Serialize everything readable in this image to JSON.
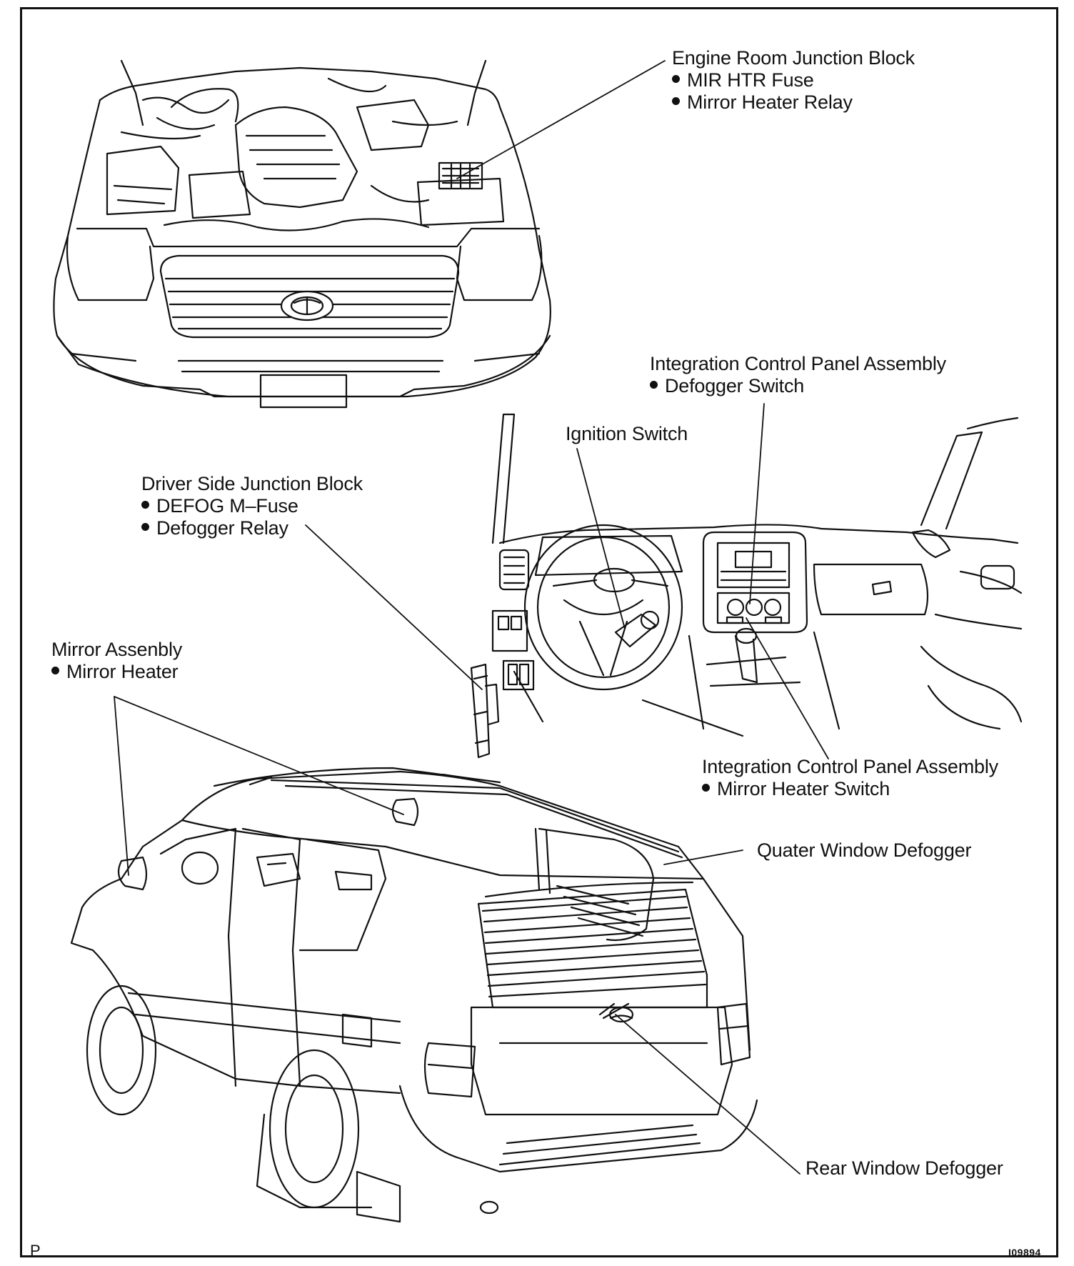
{
  "callouts": {
    "engine_room": {
      "title": "Engine Room Junction Block",
      "items": [
        "MIR HTR Fuse",
        "Mirror Heater Relay"
      ]
    },
    "icp_defogger": {
      "title": "Integration Control Panel Assembly",
      "items": [
        "Defogger Switch"
      ]
    },
    "ignition": {
      "title": "Ignition Switch"
    },
    "driver_jb": {
      "title": "Driver Side Junction Block",
      "items": [
        "DEFOG M–Fuse",
        "Defogger Relay"
      ]
    },
    "mirror": {
      "title": "Mirror Assenbly",
      "items": [
        "Mirror Heater"
      ]
    },
    "icp_mirror": {
      "title": "Integration Control Panel Assembly",
      "items": [
        "Mirror Heater Switch"
      ]
    },
    "quarter": {
      "title": "Quater Window Defogger"
    },
    "rear": {
      "title": "Rear Window Defogger"
    }
  },
  "corner": {
    "left": "P",
    "right": "I09894"
  },
  "colors": {
    "line": "#111111",
    "background": "#ffffff"
  }
}
